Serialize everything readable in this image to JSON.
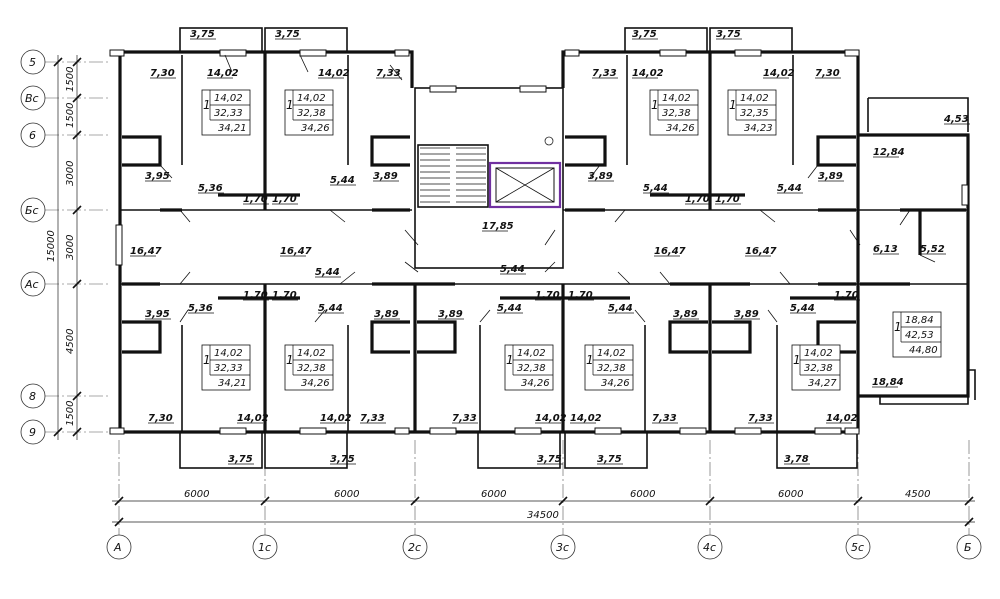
{
  "plan": {
    "grid_axes_horizontal": [
      "А",
      "1с",
      "2с",
      "3с",
      "4с",
      "5с",
      "Б"
    ],
    "grid_axes_vertical": [
      "5",
      "Вс",
      "6",
      "Бс",
      "Ас",
      "8",
      "9"
    ],
    "dims_horizontal": [
      "6000",
      "6000",
      "6000",
      "6000",
      "6000",
      "4500"
    ],
    "dim_total_horizontal": "34500",
    "dims_vertical": [
      "1500",
      "1500",
      "3000",
      "3000",
      "4500",
      "1500"
    ],
    "dim_total_vertical": "15000",
    "apartments": [
      {
        "n": "1",
        "living": "14,02",
        "useful": "32,33",
        "total": "34,21"
      },
      {
        "n": "1",
        "living": "14,02",
        "useful": "32,38",
        "total": "34,26"
      },
      {
        "n": "1",
        "living": "14,02",
        "useful": "32,38",
        "total": "34,26"
      },
      {
        "n": "1",
        "living": "14,02",
        "useful": "32,35",
        "total": "34,23"
      },
      {
        "n": "1",
        "living": "14,02",
        "useful": "32,33",
        "total": "34,21"
      },
      {
        "n": "1",
        "living": "14,02",
        "useful": "32,38",
        "total": "34,26"
      },
      {
        "n": "1",
        "living": "14,02",
        "useful": "32,38",
        "total": "34,26"
      },
      {
        "n": "1",
        "living": "14,02",
        "useful": "32,38",
        "total": "34,26"
      },
      {
        "n": "1",
        "living": "14,02",
        "useful": "32,38",
        "total": "34,27"
      },
      {
        "n": "1",
        "living": "18,84",
        "useful": "42,53",
        "total": "44,80"
      }
    ],
    "room_areas": [
      "3,75",
      "3,75",
      "3,75",
      "3,75",
      "7,30",
      "14,02",
      "14,02",
      "7,33",
      "7,33",
      "14,02",
      "14,02",
      "7,30",
      "3,95",
      "5,36",
      "1,70",
      "1,70",
      "5,44",
      "3,89",
      "3,89",
      "5,44",
      "1,70",
      "1,70",
      "5,44",
      "3,89",
      "16,47",
      "16,47",
      "17,85",
      "16,47",
      "16,47",
      "5,44",
      "5,44",
      "3,95",
      "5,36",
      "1,70",
      "1,70",
      "5,44",
      "3,89",
      "3,89",
      "5,44",
      "1,70",
      "1,70",
      "5,44",
      "3,89",
      "3,89",
      "5,44",
      "1,70",
      "7,30",
      "14,02",
      "14,02",
      "7,33",
      "7,33",
      "14,02",
      "14,02",
      "7,33",
      "7,33",
      "14,02",
      "3,75",
      "3,75",
      "3,75",
      "3,75",
      "3,78",
      "4,53",
      "12,84",
      "6,13",
      "5,52",
      "18,84"
    ]
  }
}
